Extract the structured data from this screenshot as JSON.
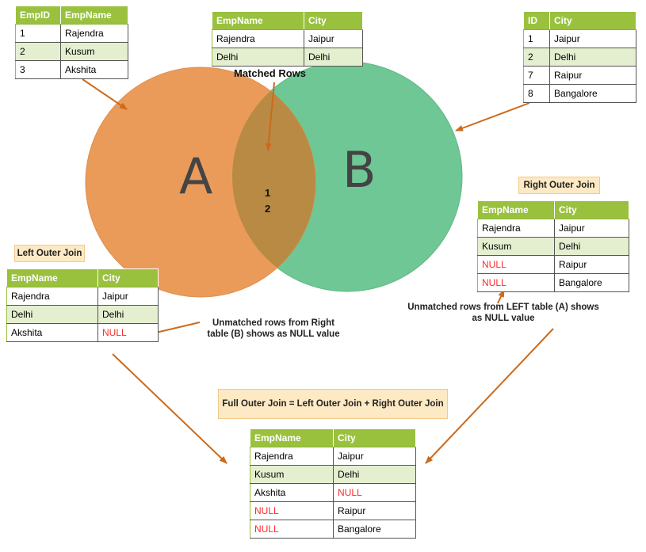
{
  "venn": {
    "set_a_label": "A",
    "set_b_label": "B",
    "matched_rows_label": "Matched Rows",
    "matched_row_ids": [
      "1",
      "2"
    ],
    "color_a": "#eb9b59",
    "color_b": "#6ec794",
    "color_overlap": "#b98a44"
  },
  "table_a": {
    "headers": [
      "EmpID",
      "EmpName"
    ],
    "rows": [
      [
        "1",
        "Rajendra"
      ],
      [
        "2",
        "Kusum"
      ],
      [
        "3",
        "Akshita"
      ]
    ]
  },
  "table_matched": {
    "headers": [
      "EmpName",
      "City"
    ],
    "rows": [
      [
        "Rajendra",
        "Jaipur"
      ],
      [
        "Delhi",
        "Delhi"
      ]
    ]
  },
  "table_b": {
    "headers": [
      "ID",
      "City"
    ],
    "rows": [
      [
        "1",
        "Jaipur"
      ],
      [
        "2",
        "Delhi"
      ],
      [
        "7",
        "Raipur"
      ],
      [
        "8",
        "Bangalore"
      ]
    ]
  },
  "left_join": {
    "title": "Left Outer Join",
    "headers": [
      "EmpName",
      "City"
    ],
    "rows": [
      [
        "Rajendra",
        "Jaipur"
      ],
      [
        "Delhi",
        "Delhi"
      ],
      [
        "Akshita",
        "NULL"
      ]
    ],
    "note_line1": "Unmatched rows from Right",
    "note_line2": "table (B) shows as NULL value"
  },
  "right_join": {
    "title": "Right Outer Join",
    "headers": [
      "EmpName",
      "City"
    ],
    "rows": [
      [
        "Rajendra",
        "Jaipur"
      ],
      [
        "Kusum",
        "Delhi"
      ],
      [
        "NULL",
        "Raipur"
      ],
      [
        "NULL",
        "Bangalore"
      ]
    ],
    "note_line1": "Unmatched rows from LEFT table (A) shows",
    "note_line2": "as NULL value"
  },
  "full_join": {
    "title": "Full Outer Join = Left Outer Join + Right Outer Join",
    "headers": [
      "EmpName",
      "City"
    ],
    "rows": [
      [
        "Rajendra",
        "Jaipur"
      ],
      [
        "Kusum",
        "Delhi"
      ],
      [
        "Akshita",
        "NULL"
      ],
      [
        "NULL",
        "Raipur"
      ],
      [
        "NULL",
        "Bangalore"
      ]
    ]
  },
  "colors": {
    "header_green": "#99c13e",
    "alt_row": "#e4efd0",
    "null_red": "#ff2a2a",
    "arrow": "#cc6a1c",
    "label_bg": "#fde9c3"
  }
}
